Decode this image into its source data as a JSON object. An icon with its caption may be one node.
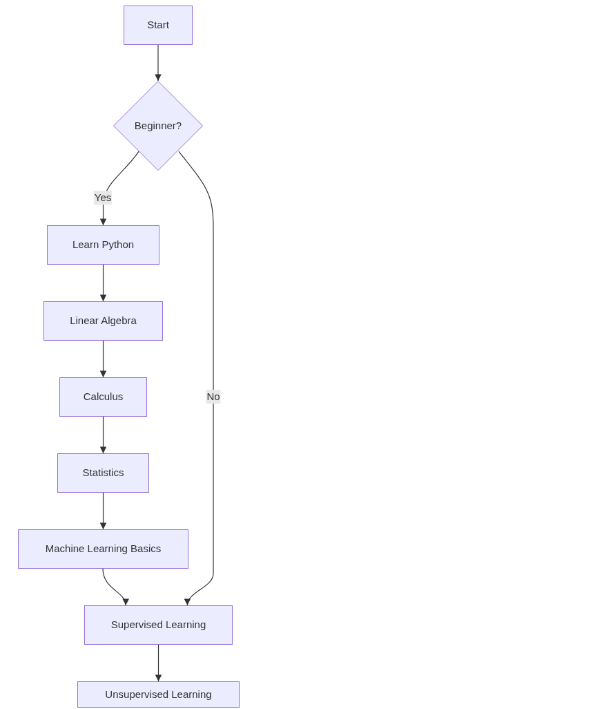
{
  "diagram": {
    "nodes": [
      {
        "text": [
          "Start"
        ]
      },
      {
        "text": [
          "Beginner?"
        ]
      },
      {
        "text": [
          "Learn Python"
        ]
      },
      {
        "text": [
          "Linear Algebra"
        ]
      },
      {
        "text": [
          "Calculus"
        ]
      },
      {
        "text": [
          "Statistics"
        ]
      },
      {
        "text": [
          "Machine Learning Basics"
        ]
      },
      {
        "text": [
          "Supervised Learning"
        ]
      },
      {
        "text": [
          "Unsupervised Learning"
        ]
      }
    ],
    "edges": [
      {
        "from": 0,
        "to": 1,
        "arrow": "to"
      },
      {
        "from": 1,
        "to": 2,
        "arrow": "to",
        "label": "Yes"
      },
      {
        "from": 2,
        "to": 3,
        "arrow": "to"
      },
      {
        "from": 3,
        "to": 4,
        "arrow": "to"
      },
      {
        "from": 4,
        "to": 5,
        "arrow": "to"
      },
      {
        "from": 5,
        "to": 6,
        "arrow": "to"
      },
      {
        "from": 6,
        "to": 7,
        "arrow": "to"
      },
      {
        "from": 1,
        "to": 7,
        "arrow": "to",
        "label": "No"
      },
      {
        "from": 7,
        "to": 8,
        "arrow": "to"
      }
    ]
  }
}
